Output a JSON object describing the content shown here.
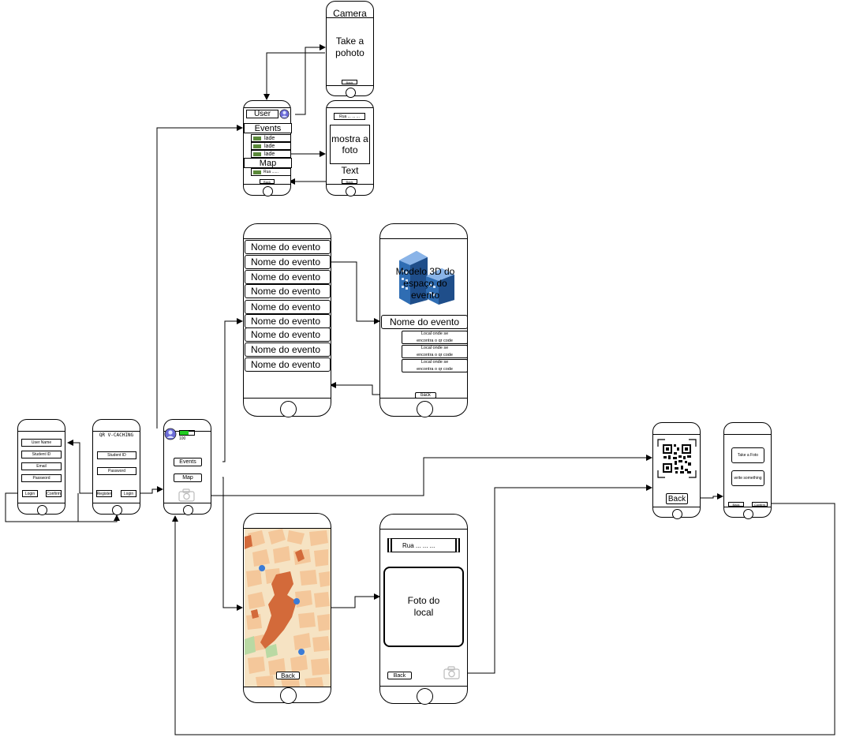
{
  "login": {
    "fields": [
      "User Name",
      "Student ID",
      "Email",
      "Password"
    ],
    "login_label": "Login",
    "confirm_label": "Confirm"
  },
  "register": {
    "title": "QR V-CACHING",
    "fields": [
      "Student ID",
      "Password"
    ],
    "register_label": "Register",
    "login_label": "Login"
  },
  "home": {
    "battery_label": "100",
    "events_label": "Events",
    "map_label": "Map"
  },
  "profile": {
    "user_label": "User",
    "events_header": "Events",
    "items": [
      "lade",
      "lade",
      "lade"
    ],
    "map_header": "Map",
    "street_item": "Rua ......",
    "back_label": "Back"
  },
  "camera": {
    "title": "Camera",
    "body": "Take a pohoto",
    "back_label": "Back"
  },
  "photo": {
    "street": "Rua ... ... ...",
    "photo_label": "mostra a foto",
    "text_label": "Text",
    "back_label": "Back"
  },
  "events_list": {
    "items": [
      "Nome do evento",
      "Nome do evento",
      "Nome do evento",
      "Nome do evento",
      "Nome do evento",
      "Nome do evento",
      "Nome do evento",
      "Nome do evento",
      "Nome do evento"
    ]
  },
  "event_detail": {
    "model_label": "Modelo 3D do espaço do evento",
    "name": "Nome do evento",
    "locations": [
      "Local onde se encontra o qr code",
      "Local onde se encontra o qr code",
      "Local onde se encontra o qr code"
    ],
    "back_label": "back"
  },
  "map_screen": {
    "back_label": "Back"
  },
  "place": {
    "street": "Rua ... ... ...",
    "photo_label": "Foto do local",
    "back_label": "Back"
  },
  "qr_screen": {
    "back_label": "Back"
  },
  "submit": {
    "take_photo": "Take a Foto",
    "write": "write something",
    "back_label": "Back",
    "confirm_label": "Confirm"
  },
  "colors": {
    "stroke": "#000000",
    "battery": "#22cc22",
    "map_bg": "#f6e3c3",
    "map_road": "#ffffff",
    "map_block": "#f4c79a",
    "map_landmark": "#d36a3a",
    "map_green": "#b9d9a3",
    "pin": "#3b7bd6",
    "building": "#2f6db3"
  }
}
